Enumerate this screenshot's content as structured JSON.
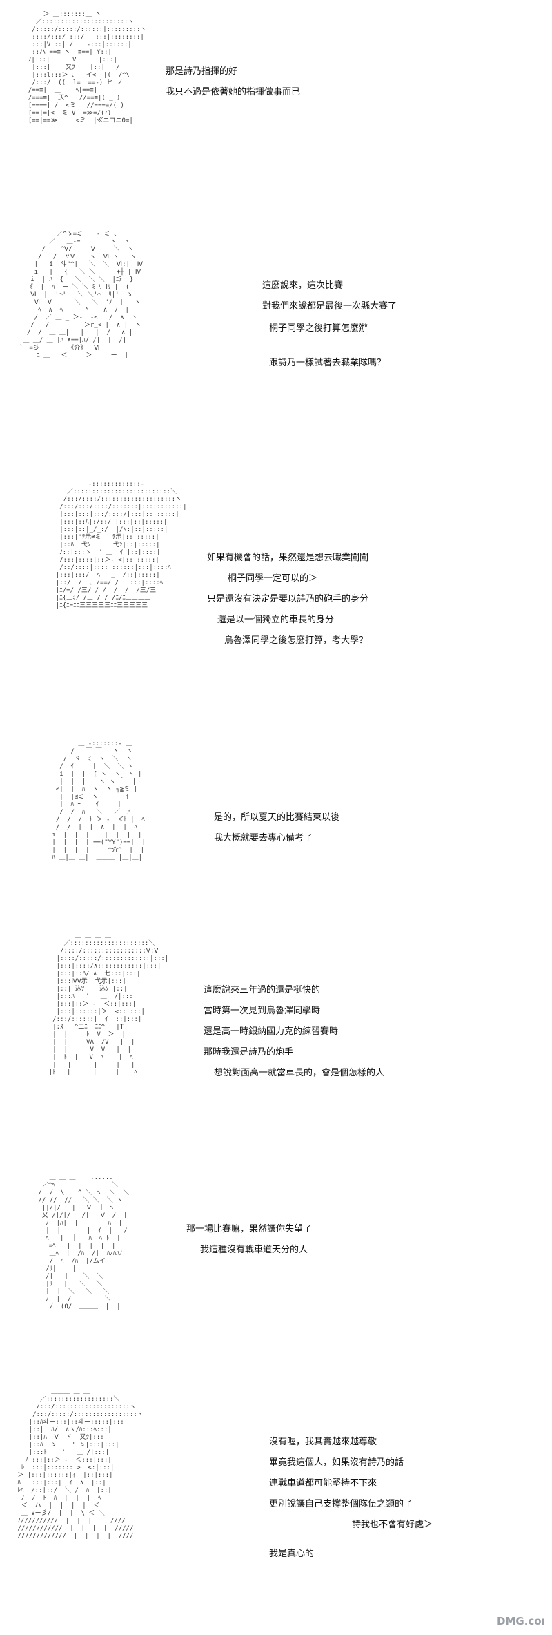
{
  "panels": [
    {
      "art": "      ＞ ＿:::::::＿ ヽ\n    ／:::::::::::::::::::::::ヽ\n   /:::::/:::::/::::::|:::::::::ヽ\n  |::::/:::/ :::/   :::|::::::::|\n  |:::|V ::| /  ー-:::|::::::|\n  |::ハ ==≡ ヽ  ≡==||Y::|\n  ﾉ|:::|      V      |:::|\n   |:::|    又ﾌ    |::|   /\n   |:::l:::＞ ､   イ<  |(  /^\\\n   /:::/  ((  l=  ==-) ヒ ノ\n  /==≡|  ＿    ﾍ|==≡|\n  /===≡|  仄^   //==≡|( _ )\n  [====| /  <ミ   //===≡/( )\n  [==|=|<  ミ V  =≫=/(ｨ)\n  [==|==≫|    <ミ  |≪ニコニ0=|",
      "lines": [
        "那是詩乃指揮的好",
        "我只不過是依著她的指揮做事而已"
      ]
    },
    {
      "art": "          ／^ゝ=ミ ー - ミ 、\n        ／   ＿-=        ヽ  ヽ\n      /    ^Ⅴ/     Ⅴ     ＼  ヽ\n     /   /  〃Ⅴ    ヽ  Ⅵ ヽ   ヽ\n    |   i  斗\"^|   ＼  ＼  Ⅵ:|  Ⅳ\n    i   |   {   ＼ ＼    ー+┼ | Ⅳ\n   i  | ﾊ  {   ＼  ＼ ＼  |ﾆﾃ| }\n  《  |  ﾊ  ー ＼ ＼ ﾐ ﾘ ⅰﾘ |  (\n   Ⅵ  |  '⌒'   ＼ ＼'⌒  ﾘ|'  ゝ\n    Ⅵ  Ⅴ  '   ＼   ＼  'ﾉ  |   ヽ\n     ﾍ  ∧  ﾍ      ﾍ    ∧  ﾉ  |\n    /  ／ ＿ _ ＞‐  ‐<   /  ∧  ヽ\n   /   /  ＿   ＿ ＞r_< |  ∧ |  ヽ\n  /  /  ＿ ＿|   |   |  /|  ∧ |\n ＿ ＿/ ＿ |ﾊ ∧==|ﾊ/ /|  |  /|\n`ー=彡   ー   《介》  Ⅵ  ー  ＿\n   ￣ﾆ ＿   ＜     ＞     ー  |",
      "lines": [
        "這麼說來，這次比賽",
        "對我們來說都是最後一次縣大賽了",
        "桐子同學之後打算怎麼辦",
        "跟詩乃一樣試著去職業隊嗎？"
      ]
    },
    {
      "art": "        ＿ -:::::::::::::- ＿\n     ／::::::::::::::::::::::::::＼\n    /:::/::::/::::::::::::::::::::ヽ\n   /:::/:::/::::/:::::::|:::::::::::|\n   |:::|:::|:::/::::/|:::|::|:::::|\n   |:::|::ﾊ|:/::/ |:::|::|:::::|\n   |:::|::|_/_:/  |/\\:|::|:::::|\n   |:::|'ﾃ示≠ミ   ﾃ示|::|:::::|\n   |::ﾊ  弋ﾝ      弋ﾝ|::|:::::|\n   ﾉ::|:::ゝ  ' ＿  ｲ |::|::::|\n   /:::|::::|::＞- <|::|:::::|\n   /::/::::|::::|::::::|:::|::::ﾍ\n  |:::|:::/  ﾍ   _  /::|:::::|\n  |::/  /  ､ /==/ /  |:::|::::ﾍ\n  |ﾆ/=/ /三/ / /  /  /  /三/三\n  |ﾆ{三ﾐ/ /三 / / /ﾆ/ﾆ三三三三\n  |ﾆ{ﾆ=ﾆﾆ三三三三三ﾆﾆ三三三三三",
      "lines": [
        "如果有機會的話，果然還是想去職業闖闖",
        "桐子同學一定可以的＞",
        "只是還沒有決定是要以詩乃的砲手的身分",
        "還是以一個獨立的車長的身分",
        "烏魯澤同學之後怎麼打算，考大學？"
      ]
    },
    {
      "art": "        ＿ -:::::::- ＿\n      /   ￣ ￣   ヽ  ヽ\n    /  ヾ  ﾐ  ヽ  ＼  ヽ\n   /  ｲ  |  |  ＼  ＼ ヽ\n   i  |  |  { ヽ  ヽ  ヽ |\n   |  |  |ｰｰ  ヽ ヽ ｀ｰ |\n  <|  |  ﾊ  ヽ  ヽ ┐≧ミ |\n   |  |≦ミ  ヽ  ＿ ＿ ｲ\n   |  ﾊ ｰ    ｲ     |\n   /  /  ﾊ   ＼   ／  ﾊ\n  /  /  /  ﾄ ＞ -  ＜ﾄ |  ﾍ\n  /  /  |  |  ∧  |  |  ﾍ\n i  |  |  |    |  |  |  |\n |  |  |  | ==(\"YY\")==|  |\n |  |  |  |     ^介^  |  |\n ﾊ|＿|＿|＿|  ＿＿＿ |＿|＿|",
      "lines": [
        "是的，所以夏天的比賽結束以後",
        "我大概就要去專心備考了"
      ]
    },
    {
      "art": "         ＿ ＿ ＿ ＿\n      ／:::::::::::::::::::::＼\n     /::::/:::::::::::::::::Ⅴ:Ⅴ\n    |::::/:::::/:::::::::::::|:::|\n    |:::|::::/∧::::::::::::|:::|\n    |:::|::ﾊ/ ∧  七:::|:::|\n    |:::ⅣⅤ示  弋示|:::|\n    |::| 込ｿ    込ｿ |::|\n    |:::ﾊ   '   ＿  /|:::|\n    |:::|::＞ -  ＜::|:::|\n    |:::|::::::|＞  <::|:::|\n   /:::/::::::|  ｲ  ::|:::|\n   |:ｽ   ^二ﾆ  ﾆﾆ^   |T\n   |  |  |  ﾄ  V  ＞  |  |\n   |  |  |  VA  /V   |  |\n   |  |  |   V  V   |  |\n   |  ﾄ  |   V  ﾍ    |  ﾍ\n   |   |      |     |   |\n  |ﾄ   |      |     |    ﾍ",
      "lines": [
        "這麼說來三年過的還是挺快的",
        "當時第一次見到烏魯澤同學時",
        "還是高一時銀納國力克的練習賽時",
        "那時我還是詩乃的炮手",
        "想說對面高一就當車長的，會是個怎樣的人"
      ]
    },
    {
      "art": "    ＿ ＿ ＿    ......\n  ／^ﾍ ＿ ＿ ＿ ＿ ＿  ＼\n /  /  \\ ー ^ ＼ ヽ  ＼  ＼\n // //  //   ＼ ＼  ＼ ヽ\n  ||/|/   |   Ⅴ  ｜ ヽ\n  乂|/|/|/   /|   Ⅴ  /  |\n   ﾉ  |ﾊ|  |    |   ﾊ  |\n   |  |  |    |  ｲ  |   /\n   ﾍ   |  ｜   ﾊ  ﾍ ﾄ  |\n   ｰ=ﾍ   |  |  |  |  |\n    ＿ﾍ  |  /ﾊ  /|  ﾊﾉﾊﾊﾉ\n    /  ﾊ  /ﾊ  |/ムイ\n   /ﾘ|￣ ￣|\n   /|   |    ＼  ＼\n   |ﾘ   |   ＼   ＼\n   |  |  ＼   ＼   ＼\n   ﾉ  |  /  ＿＿＿  ＼\n    /  (O/  ＿＿＿  |  |",
      "lines": [
        "那一場比賽嘛，果然讓你失望了",
        "我這種沒有戰車道天分的人"
      ]
    },
    {
      "art": "          ＿＿＿ ＿ ＿\n       ／::::::::::::::::::＼\n      /:::/::::::::::::::::::::ヽ\n     /:::/:::::/:::::::::::::::::ヽ\n    |::ﾊ斗ー:::|::斗ー:::::|:::|\n    |::|  ﾊ/  ∧ヽ/ﾊ:::ﾍ:::|\n    |::|ﾊ  Ⅴ  ヾ  又ﾂ|:::|\n    |::ﾊ  ゝ    ' ゝ|:::|:::|\n    |:::ﾄ    '   ＿ /|:::|\n   ﾉ|:::|::＞ -  ＜:::|:::|\n  ﾚ |:::|:::::::|>  <:|:::|\n ＞ |:::|::::::|ｨ  |::|:::|\n ﾊ  |:::|:::|  ｲ  ∧  |::|\n ﾚﾊ  /::|::/  ＼ /  ﾊ  |::|\n  ﾉ  /  ﾄ  ﾊ  |  |  |  ﾍ\n  ＜  ハ  |  |  |  |  ＜\n  ＿ ∨ー彡/  |  |  \\ ＜ ＼\n ﾉ//////////  |  |  |  |  ////\n ////////////  |  |  |  |  /////\n /////////////  |  |  |  |  ////",
      "lines": [
        "沒有喔，我其實越來越尊敬",
        "畢竟我這個人，如果沒有詩乃的話",
        "連戰車道都可能堅持不下來",
        "更別說讓自己支撐整個隊伍之類的了",
        "詩我也不會有好處＞",
        "我是真心的"
      ]
    }
  ],
  "watermark": "DMG.com"
}
